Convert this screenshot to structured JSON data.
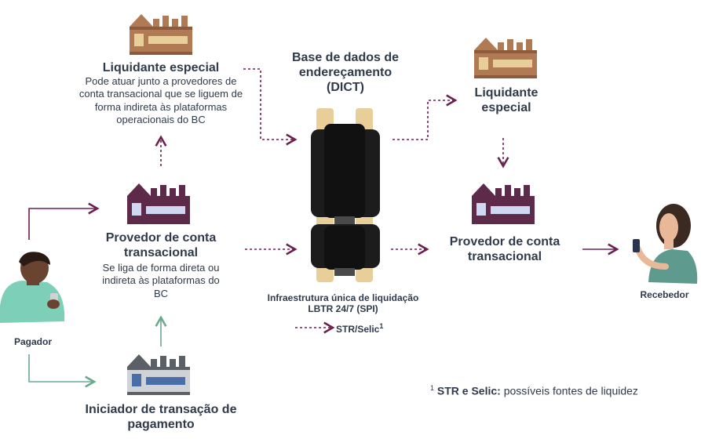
{
  "nodes": {
    "liquidante_top": {
      "title": "Liquidante especial",
      "description": "Pode atuar junto a provedores de conta transacional que se liguem de forma indireta às plataformas operacionais do BC"
    },
    "dict": {
      "title": "Base de dados de endereçamento (DICT)"
    },
    "liquidante_right": {
      "title": "Liquidante especial"
    },
    "provedor_left": {
      "title": "Provedor de conta transacional",
      "description": "Se liga de forma direta ou indireta às plataformas do BC"
    },
    "provedor_right": {
      "title": "Provedor de conta transacional"
    },
    "spi": {
      "title": "Infraestrutura única de liquidação LBTR 24/7 (SPI)",
      "legend": "STR/Selic",
      "legend_sup": "1"
    },
    "iniciador": {
      "title": "Iniciador de transação de pagamento"
    },
    "pagador": {
      "label": "Pagador"
    },
    "recebedor": {
      "label": "Recebedor"
    }
  },
  "footnote": {
    "marker": "1",
    "bold": "STR e Selic:",
    "text": "possíveis fontes de liquidez"
  },
  "colors": {
    "text": "#2f3a4a",
    "purple_arrow": "#6b2150",
    "green_arrow": "#6aa88f",
    "liquidante_building": "#b07a55",
    "provedor_building": "#5e2a4a",
    "iniciador_building": "#5b5f66",
    "server_post": "#e8cf9a",
    "server_block": "#1c1c1c"
  },
  "icons": [
    "building-icon",
    "server-icon",
    "person-icon",
    "phone-icon",
    "arrow-icon"
  ]
}
